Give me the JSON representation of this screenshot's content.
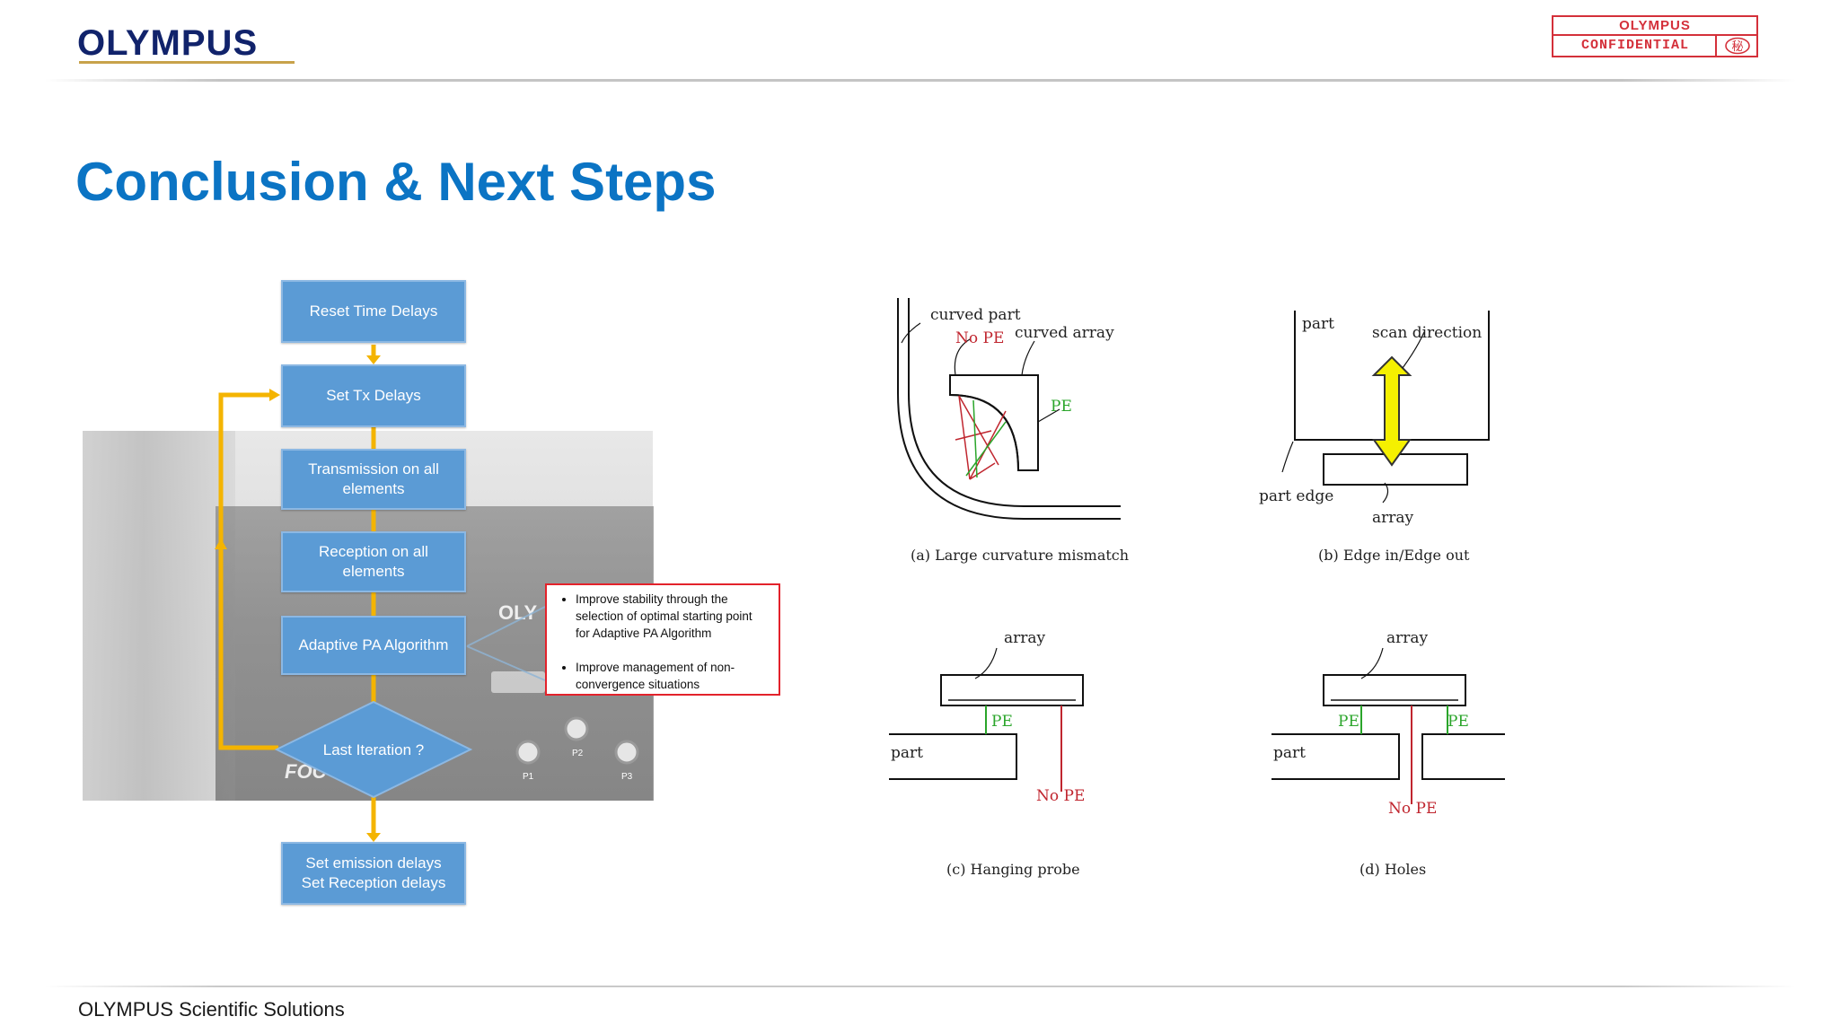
{
  "header": {
    "logo_text": "OLYMPUS",
    "confidential_brand": "OLYMPUS",
    "confidential_label": "CONFIDENTIAL",
    "confidential_seal": "秘",
    "brand_color": "#11236b",
    "accent_color": "#d4303a"
  },
  "slide": {
    "title": "Conclusion & Next Steps",
    "title_color": "#0b74c4"
  },
  "flowchart": {
    "steps": [
      "Reset Time Delays",
      "Set Tx Delays",
      "Transmission on all elements",
      "Reception on all elements",
      "Adaptive PA Algorithm"
    ],
    "decision": "Last Iteration ?",
    "final_lines": [
      "Set emission delays",
      "Set Reception delays"
    ],
    "box_color": "#5b9bd5",
    "arrow_color": "#f4b400"
  },
  "device_labels": {
    "brand_fragment": "OLY",
    "model_fragment": "FOC",
    "ports": [
      "P1",
      "P2",
      "P3"
    ]
  },
  "note": {
    "bullets": [
      "Improve stability through the selection of optimal starting point for Adaptive PA Algorithm",
      "Improve management of non-convergence situations"
    ]
  },
  "diagrams": {
    "a": {
      "caption": "(a) Large curvature mismatch",
      "labels": {
        "curved_part": "curved part",
        "no_pe": "No PE",
        "curved_array": "curved array",
        "pe": "PE"
      }
    },
    "b": {
      "caption": "(b) Edge in/Edge out",
      "labels": {
        "part": "part",
        "scan_direction": "scan direction",
        "part_edge": "part edge",
        "array": "array"
      }
    },
    "c": {
      "caption": "(c) Hanging probe",
      "labels": {
        "array": "array",
        "pe": "PE",
        "part": "part",
        "no_pe": "No PE"
      }
    },
    "d": {
      "caption": "(d) Holes",
      "labels": {
        "array": "array",
        "pe_left": "PE",
        "pe_right": "PE",
        "part": "part",
        "no_pe": "No PE"
      }
    },
    "colors": {
      "pe": "#2aa52a",
      "no_pe": "#c0262f",
      "arrow_fill": "#f5f000"
    }
  },
  "footer": {
    "text": "OLYMPUS Scientific Solutions"
  }
}
